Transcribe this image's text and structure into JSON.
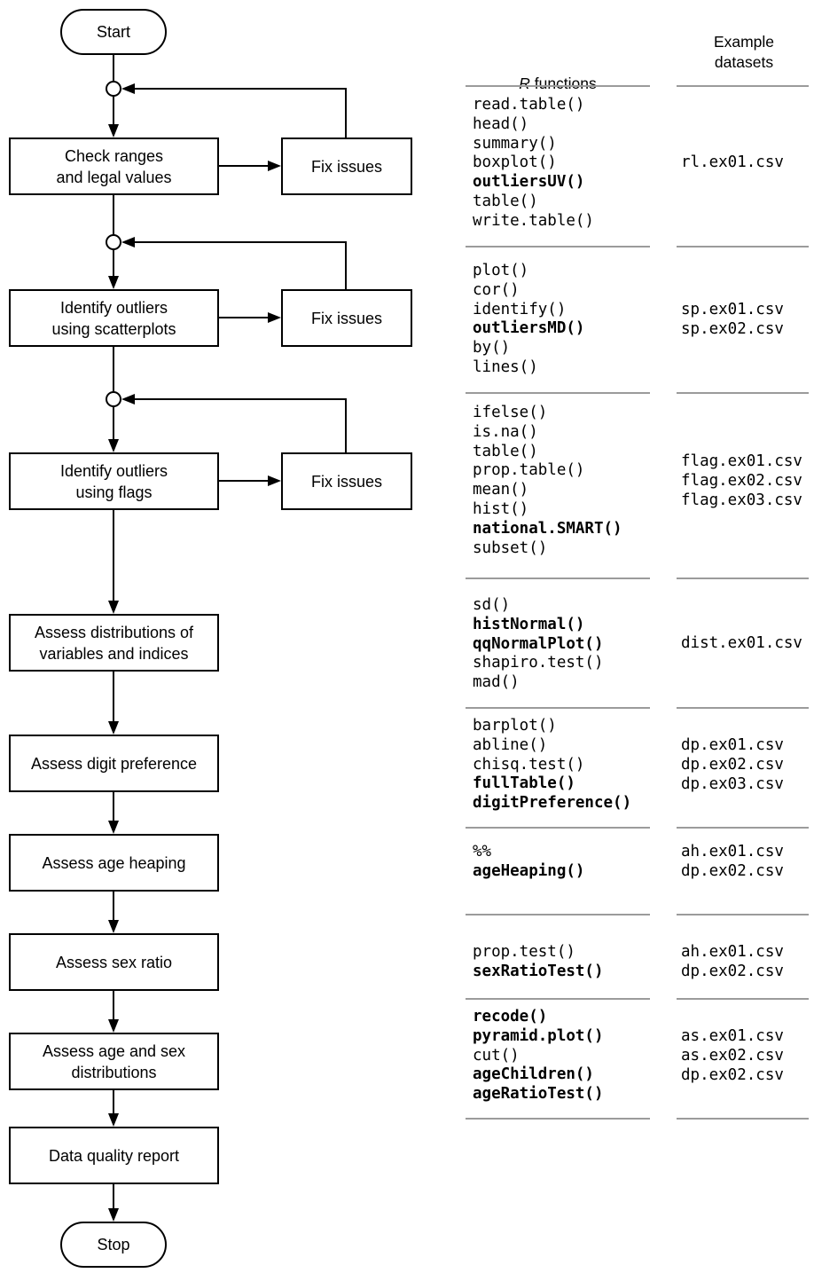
{
  "headers": {
    "functions_title_italic": "R",
    "functions_title_rest": " functions",
    "datasets_title": "Example\ndatasets"
  },
  "flowchart": {
    "start": "Start",
    "stop": "Stop",
    "steps": [
      {
        "label": "Check ranges\nand legal values",
        "fix_label": "Fix issues"
      },
      {
        "label": "Identify outliers\nusing scatterplots",
        "fix_label": "Fix issues"
      },
      {
        "label": "Identify outliers\nusing flags",
        "fix_label": "Fix issues"
      },
      {
        "label": "Assess distributions of\nvariables and indices"
      },
      {
        "label": "Assess digit preference"
      },
      {
        "label": "Assess age heaping"
      },
      {
        "label": "Assess sex ratio"
      },
      {
        "label": "Assess age and sex\ndistributions"
      },
      {
        "label": "Data quality report"
      }
    ]
  },
  "blocks": [
    {
      "functions": [
        {
          "name": "read.table()",
          "bold": false
        },
        {
          "name": "head()",
          "bold": false
        },
        {
          "name": "summary()",
          "bold": false
        },
        {
          "name": "boxplot()",
          "bold": false
        },
        {
          "name": "outliersUV()",
          "bold": true
        },
        {
          "name": "table()",
          "bold": false
        },
        {
          "name": "write.table()",
          "bold": false
        }
      ],
      "datasets": [
        "rl.ex01.csv"
      ]
    },
    {
      "functions": [
        {
          "name": "plot()",
          "bold": false
        },
        {
          "name": "cor()",
          "bold": false
        },
        {
          "name": "identify()",
          "bold": false
        },
        {
          "name": "outliersMD()",
          "bold": true
        },
        {
          "name": "by()",
          "bold": false
        },
        {
          "name": "lines()",
          "bold": false
        }
      ],
      "datasets": [
        "sp.ex01.csv",
        "sp.ex02.csv"
      ]
    },
    {
      "functions": [
        {
          "name": "ifelse()",
          "bold": false
        },
        {
          "name": "is.na()",
          "bold": false
        },
        {
          "name": "table()",
          "bold": false
        },
        {
          "name": "prop.table()",
          "bold": false
        },
        {
          "name": "mean()",
          "bold": false
        },
        {
          "name": "hist()",
          "bold": false
        },
        {
          "name": "national.SMART()",
          "bold": true
        },
        {
          "name": "subset()",
          "bold": false
        }
      ],
      "datasets": [
        "flag.ex01.csv",
        "flag.ex02.csv",
        "flag.ex03.csv"
      ]
    },
    {
      "functions": [
        {
          "name": "sd()",
          "bold": false
        },
        {
          "name": "histNormal()",
          "bold": true
        },
        {
          "name": "qqNormalPlot()",
          "bold": true
        },
        {
          "name": "shapiro.test()",
          "bold": false
        },
        {
          "name": "mad()",
          "bold": false
        }
      ],
      "datasets": [
        "dist.ex01.csv"
      ]
    },
    {
      "functions": [
        {
          "name": "barplot()",
          "bold": false
        },
        {
          "name": "abline()",
          "bold": false
        },
        {
          "name": "chisq.test()",
          "bold": false
        },
        {
          "name": "fullTable()",
          "bold": true
        },
        {
          "name": "digitPreference()",
          "bold": true
        }
      ],
      "datasets": [
        "dp.ex01.csv",
        "dp.ex02.csv",
        "dp.ex03.csv"
      ]
    },
    {
      "functions": [
        {
          "name": "%%",
          "bold": false
        },
        {
          "name": "ageHeaping()",
          "bold": true
        }
      ],
      "datasets": [
        "ah.ex01.csv",
        "dp.ex02.csv"
      ]
    },
    {
      "functions": [
        {
          "name": "prop.test()",
          "bold": false
        },
        {
          "name": "sexRatioTest()",
          "bold": true
        }
      ],
      "datasets": [
        "ah.ex01.csv",
        "dp.ex02.csv"
      ]
    },
    {
      "functions": [
        {
          "name": "recode()",
          "bold": true
        },
        {
          "name": "pyramid.plot()",
          "bold": true
        },
        {
          "name": "cut()",
          "bold": false
        },
        {
          "name": "ageChildren()",
          "bold": true
        },
        {
          "name": "ageRatioTest()",
          "bold": true
        }
      ],
      "datasets": [
        "as.ex01.csv",
        "as.ex02.csv",
        "dp.ex02.csv"
      ]
    }
  ],
  "colors": {
    "ink": "#000000",
    "separator": "#9b9b9b",
    "background": "#ffffff"
  }
}
